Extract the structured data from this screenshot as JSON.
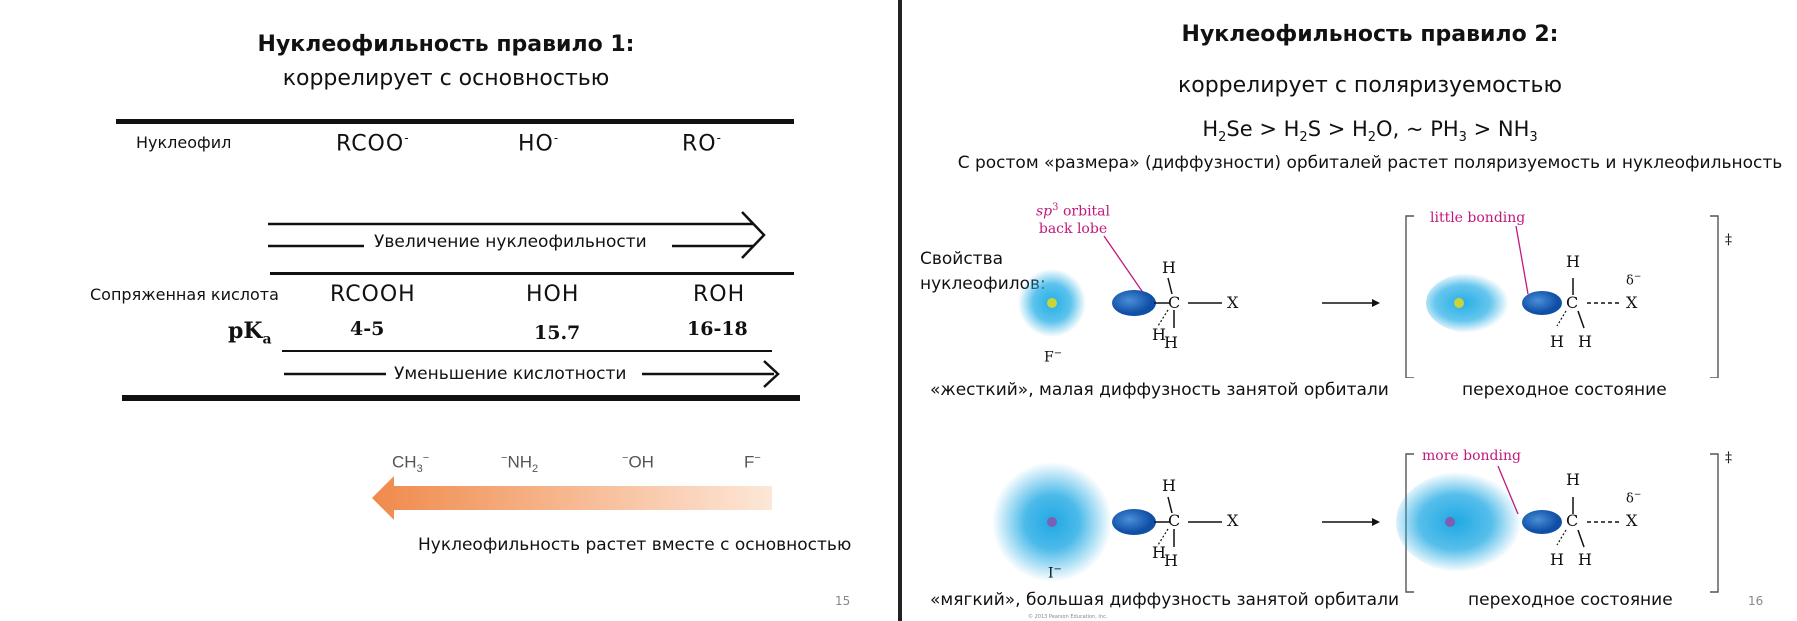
{
  "left": {
    "title": "Нуклеофильность правило 1:",
    "subtitle": "коррелирует с основностью",
    "row1": {
      "label": "Нуклеофил",
      "items": [
        "RCOO",
        "HO",
        "RO"
      ],
      "charge": "-"
    },
    "increase_label": "Увеличение    нуклеофильности",
    "row2": {
      "label": "Сопряженная кислота",
      "items": [
        "RCOOH",
        "HOH",
        "ROH"
      ]
    },
    "pka": {
      "label": "pK",
      "sub": "a",
      "values": [
        "4-5",
        "15.7",
        "16-18"
      ]
    },
    "decrease_label": "Уменьшение кислотности",
    "series": [
      {
        "base": "CH",
        "sub": "3",
        "sup": "−",
        "pre": ""
      },
      {
        "base": "NH",
        "sub": "2",
        "sup": "",
        "pre": "−"
      },
      {
        "base": "OH",
        "sub": "",
        "sup": "",
        "pre": "−"
      },
      {
        "base": "F",
        "sub": "",
        "sup": "−",
        "pre": ""
      }
    ],
    "bottom_caption": "Нуклеофильность растет вместе с основностью",
    "page": "15",
    "colors": {
      "arrow_start": "#f08a4b",
      "arrow_end": "#fde7d8"
    }
  },
  "right": {
    "title": "Нуклеофильность правило 2:",
    "subtitle": "коррелирует с поляризуемостью",
    "series_text": {
      "a1": "H",
      "a1sub": "2",
      "a1tail": "Se > H",
      "a2sub": "2",
      "a2tail": "S > H",
      "a3sub": "2",
      "a3tail": "O,  ~  PH",
      "a4sub": "3",
      "a4tail": " > NH",
      "a5sub": "3"
    },
    "note": "С ростом «размера» (диффузности) орбиталей растет поляризуемость и нуклеофильность",
    "props_label_1": "Свойства",
    "props_label_2": "нуклеофилов:",
    "sp3_label_a": "sp",
    "sp3_sup": "3",
    "sp3_label_b": " orbital",
    "sp3_label_c": "back lobe",
    "little_bonding": "little bonding",
    "more_bonding": "more bonding",
    "ion_top": "F",
    "ion_bottom": "I",
    "ion_charge": "−",
    "atoms": {
      "H": "H",
      "C": "C",
      "X": "X",
      "delta": "δ",
      "delta_charge": "−",
      "ts": "‡"
    },
    "caption_hard": "«жесткий», малая диффузность занятой орбитали",
    "caption_ts_1": "переходное состояние",
    "caption_soft": "«мягкий», большая диффузность занятой орбитали",
    "caption_ts_2": "переходное состояние",
    "copyright": "© 2013 Pearson Education, Inc.",
    "page": "16",
    "colors": {
      "small_orbital": "#25aee6",
      "large_orbital": "#1fa9e4",
      "lobe": "#1565c0",
      "nucleus_top": "#c9d43a",
      "nucleus_bottom": "#7b5fb0",
      "pink": "#c2187d"
    }
  }
}
